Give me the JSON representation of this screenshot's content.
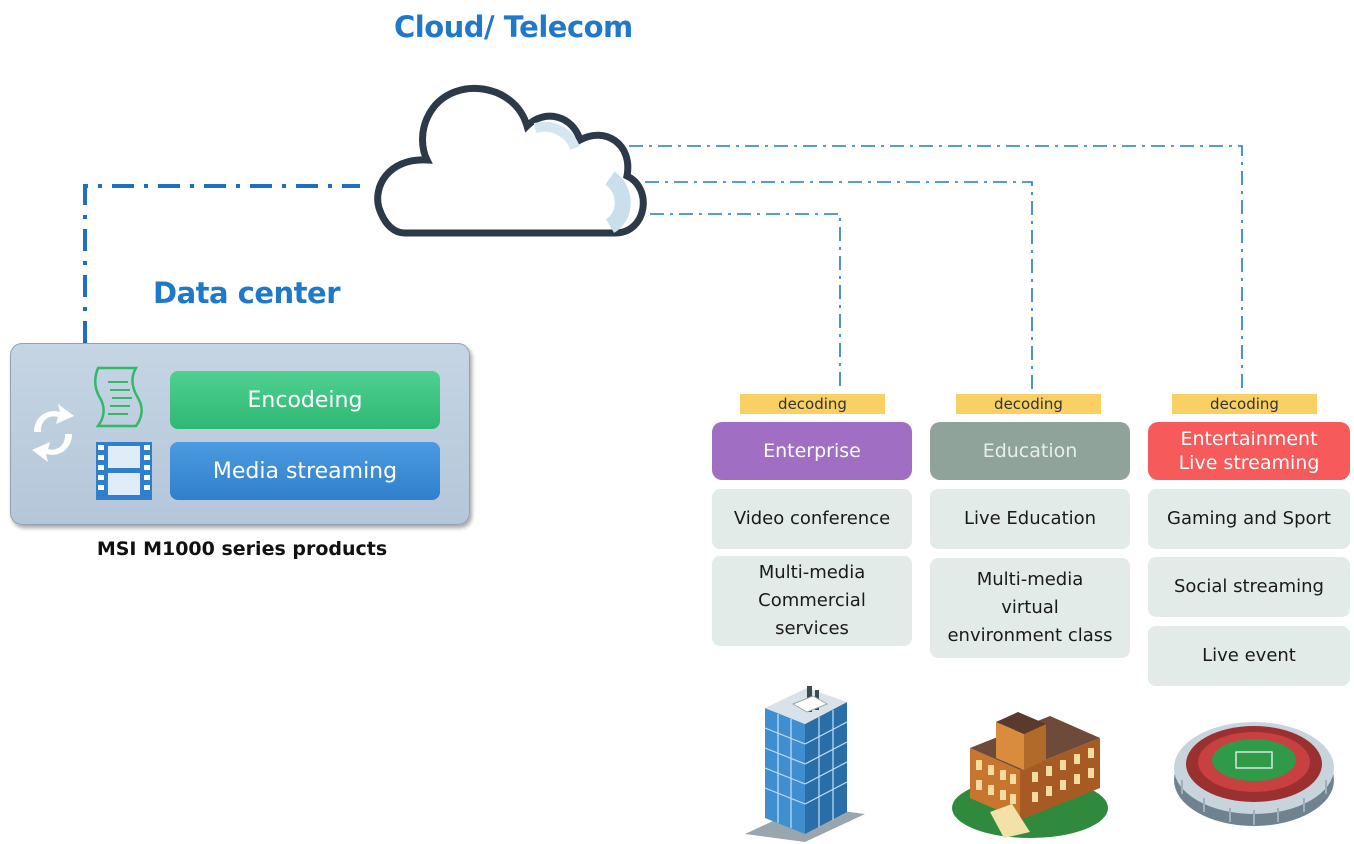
{
  "cloud": {
    "title": "Cloud/ Telecom"
  },
  "data_center": {
    "title": "Data center",
    "encoding_label": "Encodeing",
    "streaming_label": "Media streaming",
    "product_caption": "MSI M1000 series products"
  },
  "columns": [
    {
      "decode_label": "decoding",
      "category": "Enterprise",
      "color": "#a06fc4",
      "items": [
        "Video conference",
        "Multi-media\nCommercial\nservices"
      ]
    },
    {
      "decode_label": "decoding",
      "category": "Education",
      "color": "#8fa39b",
      "items": [
        "Live Education",
        "Multi-media\nvirtual\nenvironment class"
      ]
    },
    {
      "decode_label": "decoding",
      "category_line1": "Entertainment",
      "category_line2": "Live streaming",
      "color": "#f65a5a",
      "items": [
        "Gaming and Sport",
        "Social streaming",
        "Live event"
      ]
    }
  ],
  "colors": {
    "accent_blue": "#1f78c8",
    "encoding_green": "#3cc482",
    "streaming_blue": "#3c8ed8",
    "decode_yellow": "#f8d064",
    "item_bg": "#e3ebe8"
  },
  "icons": [
    "sync-arrows-icon",
    "document-icon",
    "film-strip-icon",
    "cloud-icon",
    "office-tower-icon",
    "school-building-icon",
    "stadium-icon"
  ]
}
